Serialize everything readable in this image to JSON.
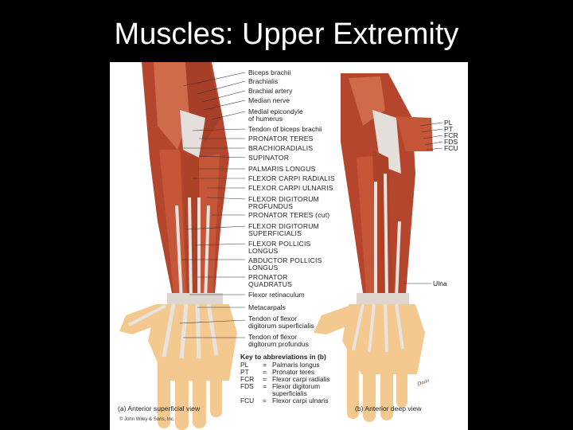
{
  "slide": {
    "title": "Muscles: Upper Extremity"
  },
  "figure": {
    "left_labels": [
      "Biceps brachii",
      "Brachialis",
      "Brachial artery",
      "Median nerve",
      "Medial epicondyle",
      "of humerus",
      "Tendon of biceps brachii",
      "PRONATOR TERES",
      "BRACHIORADIALIS",
      "SUPINATOR",
      "PALMARIS LONGUS",
      "FLEXOR CARPI RADIALIS",
      "FLEXOR CARPI ULNARIS",
      "FLEXOR DIGITORUM",
      "PROFUNDUS",
      "PRONATOR TERES (cut)",
      "FLEXOR DIGITORUM",
      "SUPERFICIALIS",
      "FLEXOR POLLICIS",
      "LONGUS",
      "ABDUCTOR POLLICIS",
      "LONGUS",
      "PRONATOR",
      "QUADRATUS",
      "Flexor retinaculum",
      "Metacarpals",
      "Tendon of flexor",
      "digitorum superficialis",
      "Tendon of flexor",
      "digitorum profundus"
    ],
    "right_labels": [
      "PL",
      "PT",
      "FCR",
      "FDS",
      "FCU",
      "Ulna"
    ],
    "key": {
      "title": "Key to abbreviations in (b)",
      "rows": [
        {
          "abbr": "PL",
          "eq": "=",
          "meaning": "Palmaris longus"
        },
        {
          "abbr": "PT",
          "eq": "=",
          "meaning": "Pronator teres"
        },
        {
          "abbr": "FCR",
          "eq": "=",
          "meaning": "Flexor carpi radialis"
        },
        {
          "abbr": "FDS",
          "eq": "=",
          "meaning": "Flexor digitorum"
        },
        {
          "abbr": "",
          "eq": "",
          "meaning": "superficialis"
        },
        {
          "abbr": "FCU",
          "eq": "=",
          "meaning": "Flexor carpi ulnaris"
        }
      ]
    },
    "caption_a": "(a) Anterior superficial view",
    "caption_b": "(b) Anterior deep view",
    "copyright": "© John Wiley & Sons, Inc.",
    "signature": "Daan"
  },
  "colors": {
    "background": "#000000",
    "muscle": "#b5462e",
    "muscle_light": "#cf6a4b",
    "tendon": "#e4dfda",
    "skin": "#f4c98f",
    "leader": "#333333"
  }
}
